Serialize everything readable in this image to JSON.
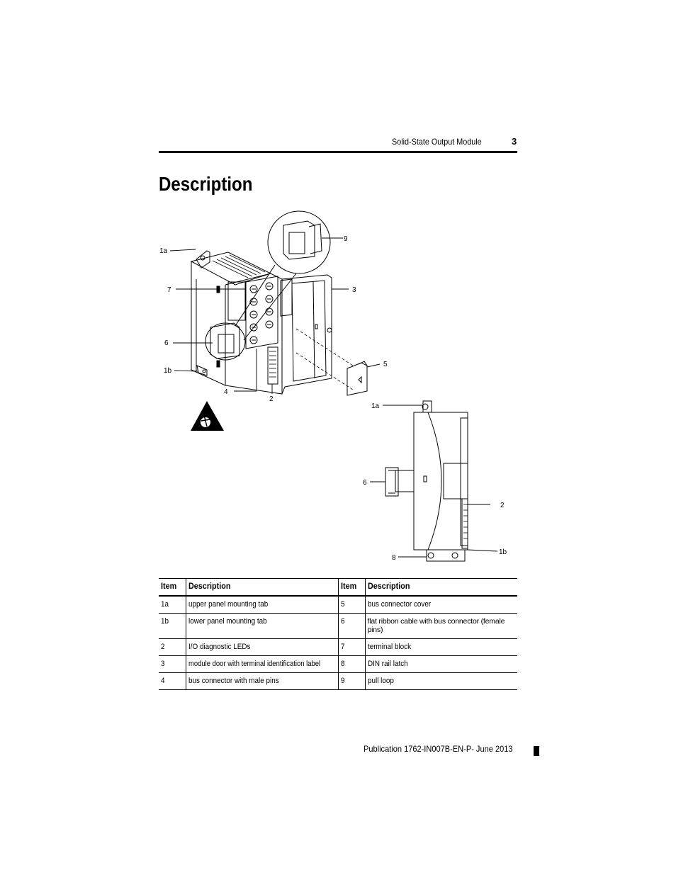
{
  "header": {
    "title": "Solid-State Output Module",
    "page_number": "3"
  },
  "section": {
    "heading": "Description"
  },
  "figure": {
    "callouts": {
      "c1a_top": "1a",
      "c7": "7",
      "c6": "6",
      "c1b": "1b",
      "c4": "4",
      "c2": "2",
      "c9": "9",
      "c3": "3",
      "c5": "5",
      "side_1a": "1a",
      "side_6": "6",
      "side_2": "2",
      "side_8": "8",
      "side_1b": "1b"
    },
    "icons": [
      "esd-warning-icon"
    ]
  },
  "table": {
    "headers": [
      "Item",
      "Description",
      "Item",
      "Description"
    ],
    "rows": [
      {
        "item_left": "1a",
        "desc_left": "upper panel mounting tab",
        "item_right": "5",
        "desc_right": "bus connector cover"
      },
      {
        "item_left": "1b",
        "desc_left": "lower panel mounting tab",
        "item_right": "6",
        "desc_right": "flat ribbon cable with bus connector (female pins)"
      },
      {
        "item_left": "2",
        "desc_left": "I/O diagnostic LEDs",
        "item_right": "7",
        "desc_right": "terminal block"
      },
      {
        "item_left": "3",
        "desc_left": "module door with terminal identification label",
        "item_right": "8",
        "desc_right": "DIN rail latch"
      },
      {
        "item_left": "4",
        "desc_left": "bus connector with male pins",
        "item_right": "9",
        "desc_right": "pull loop"
      }
    ]
  },
  "footer": {
    "publication": "Publication 1762-IN007B-EN-P- June 2013"
  }
}
